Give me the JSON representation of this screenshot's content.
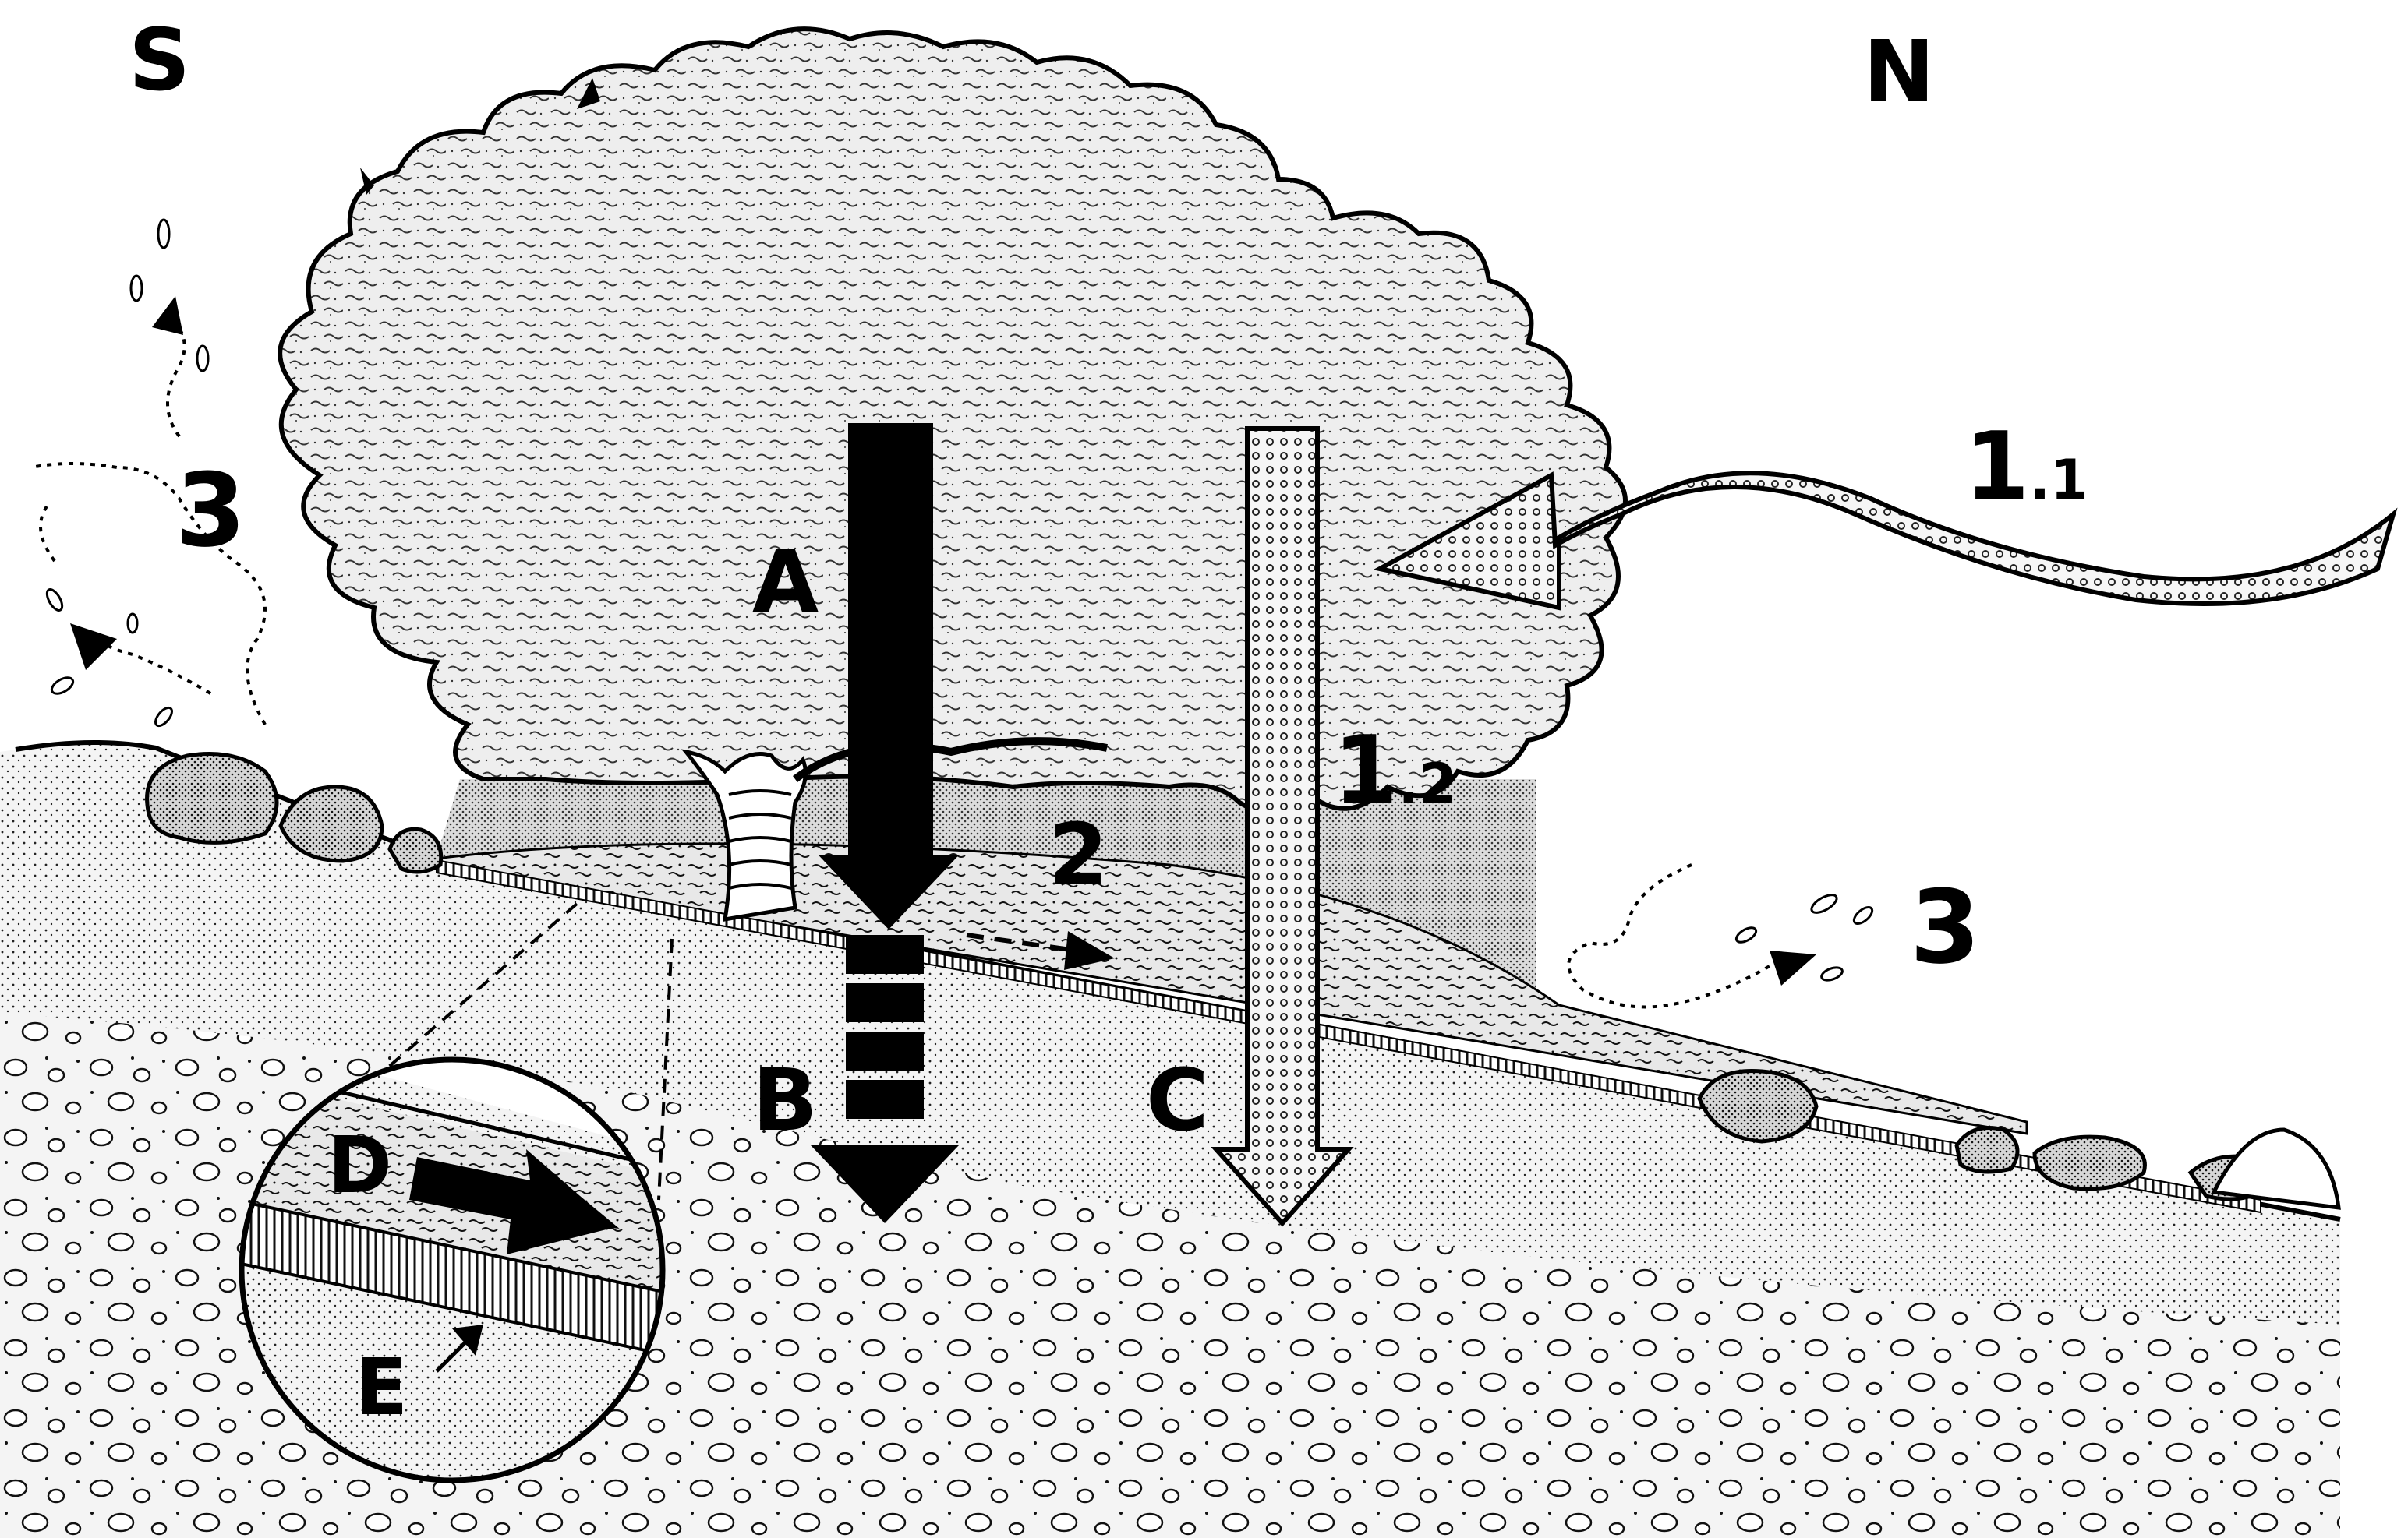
{
  "compass": {
    "south": "S",
    "north": "N"
  },
  "labels": {
    "wind_in": {
      "main": "1",
      "sub": ".1"
    },
    "wind_through": {
      "main": "1",
      "sub": ".2"
    },
    "undercanopy": "2",
    "dispersal_left": "3",
    "dispersal_right": "3",
    "flow_a": "A",
    "flow_b": "B",
    "flow_c": "C",
    "flow_d": "D",
    "flow_e": "E"
  },
  "colors": {
    "ink": "#000000",
    "paper": "#ffffff",
    "canopy": "#ececec",
    "shade": "#dedede",
    "soil": "#f2f2f2",
    "rock": "#3a3a3a"
  }
}
